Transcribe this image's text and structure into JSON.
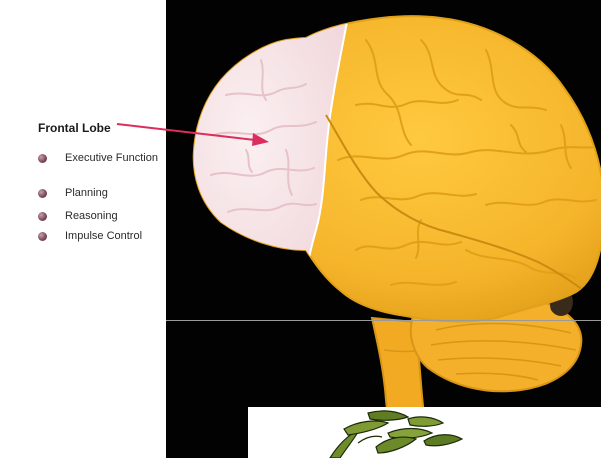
{
  "labels": {
    "frontal_lobe": "Frontal Lobe",
    "functions": [
      "Executive Function",
      "Planning",
      "Reasoning",
      "Impulse Control"
    ]
  },
  "colors": {
    "background": "#020202",
    "brain": "#f5b82e",
    "brain_outline": "#e0a018",
    "frontal_lobe": "#f6e4e6",
    "arrow": "#dc2d5f",
    "bullet": "#7d4e5c"
  }
}
